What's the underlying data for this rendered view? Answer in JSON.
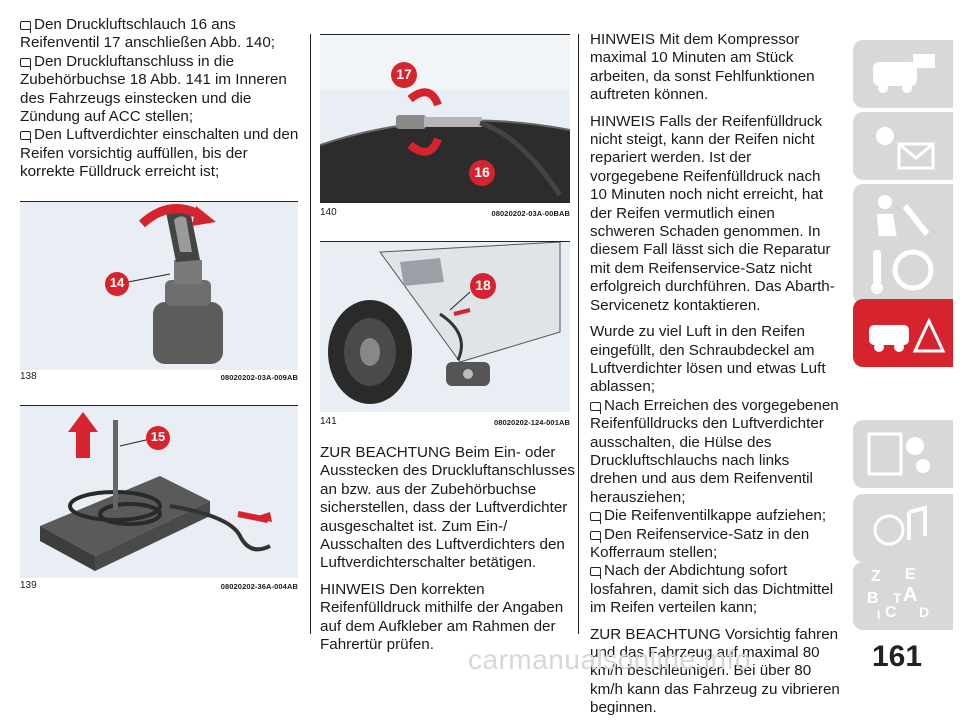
{
  "col1": {
    "items": [
      {
        "bullet": true,
        "text": "Den Druckluftschlauch 16 ans Reifenventil 17 anschließen Abb. 140;"
      },
      {
        "bullet": true,
        "text": "Den Druckluftanschluss in die Zubehörbuchse 18 Abb. 141 im Inneren des Fahrzeugs einstecken und die Zündung auf ACC stellen;"
      },
      {
        "bullet": true,
        "text": "Den Luftverdichter einschalten und den Reifen vorsichtig auffüllen, bis der korrekte Fülldruck erreicht ist;"
      }
    ]
  },
  "figures": {
    "fig138": {
      "number": "138",
      "code": "08020202-03A-009AB",
      "callout": "14"
    },
    "fig139": {
      "number": "139",
      "code": "08020202-36A-004AB",
      "callout": "15"
    },
    "fig140": {
      "number": "140",
      "code": "08020202-03A-00BAB",
      "callout_a": "17",
      "callout_b": "16"
    },
    "fig141": {
      "number": "141",
      "code": "08020202-124-001AB",
      "callout": "18"
    }
  },
  "col2": {
    "paras": [
      "ZUR BEACHTUNG Beim Ein- oder Ausstecken des Druckluftanschlusses an bzw. aus der Zubehörbuchse sicherstellen, dass der Luftverdichter ausgeschaltet ist. Zum Ein-/ Ausschalten des Luftverdichters den Luftverdichterschalter betätigen.",
      "HINWEIS Den korrekten Reifenfülldruck mithilfe der Angaben auf dem Aufkleber am Rahmen der Fahrertür prüfen."
    ]
  },
  "col3": {
    "para1": "HINWEIS Mit dem Kompressor maximal 10 Minuten am Stück arbeiten, da sonst Fehlfunktionen auftreten können.",
    "para2": "HINWEIS Falls der Reifenfülldruck nicht steigt, kann der Reifen nicht repariert werden. Ist der vorgegebene Reifenfülldruck nach 10 Minuten noch nicht erreicht, hat der Reifen vermutlich einen schweren Schaden genommen. In diesem Fall lässt sich die Reparatur mit dem Reifenservice-Satz nicht erfolgreich durchführen. Das Abarth-Servicenetz kontaktieren.",
    "para3": "Wurde zu viel Luft in den Reifen eingefüllt, den Schraubdeckel am Luftverdichter lösen und etwas Luft ablassen;",
    "bullets": [
      "Nach Erreichen des vorgegebenen Reifenfülldrucks den Luftverdichter ausschalten, die Hülse des Druckluftschlauchs nach links drehen und aus dem Reifenventil herausziehen;",
      "Die Reifenventilkappe aufziehen;",
      "Den Reifenservice-Satz in den Kofferraum stellen;",
      "Nach der Abdichtung sofort losfahren, damit sich das Dichtmittel im Reifen verteilen kann;"
    ],
    "para4": "ZUR BEACHTUNG Vorsichtig fahren und das Fahrzeug auf maximal 80 km/h beschleunigen. Bei über 80 km/h kann das Fahrzeug zu vibrieren beginnen."
  },
  "sidebar": {
    "active_index": 4,
    "tabs": [
      {
        "icon": "car-dashboard-icon"
      },
      {
        "icon": "warning-lights-icon"
      },
      {
        "icon": "seat-airbag-icon"
      },
      {
        "icon": "steering-key-icon"
      },
      {
        "icon": "emergency-car-icon"
      },
      {
        "icon": "maintenance-gears-icon"
      },
      {
        "icon": "multimedia-icon"
      },
      {
        "icon": "index-letters-icon"
      }
    ],
    "index_letters": [
      "Z",
      "E",
      "A",
      "B",
      "C",
      "T",
      "D",
      "I"
    ]
  },
  "page_number": "161",
  "watermark": "carmanualsonline.info",
  "colors": {
    "accent": "#d7232d",
    "tab_grey": "#d8d8d8",
    "callout": "#d7232d"
  }
}
